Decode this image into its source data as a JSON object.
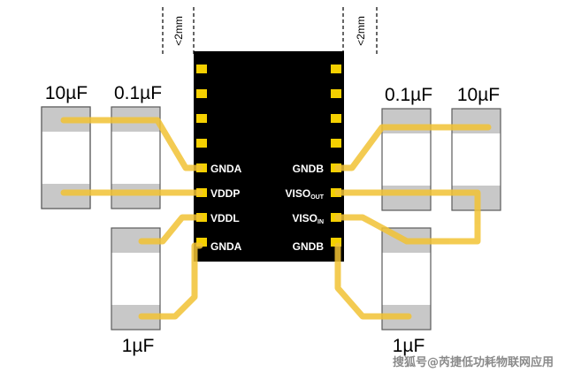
{
  "chip": {
    "left_pins": [
      "GNDA",
      "VDDP",
      "VDDL",
      "GNDA"
    ],
    "right_pins": [
      {
        "main": "GNDB",
        "sub": ""
      },
      {
        "main": "VISO",
        "sub": "OUT"
      },
      {
        "main": "VISO",
        "sub": "IN"
      },
      {
        "main": "GNDB",
        "sub": ""
      }
    ]
  },
  "capacitors": {
    "left_outer": "10µF",
    "left_inner": "0.1µF",
    "left_bottom": "1µF",
    "right_inner": "0.1µF",
    "right_outer": "10µF",
    "right_bottom": "1µF"
  },
  "clearance": {
    "left": "<2mm",
    "right": "<2mm"
  },
  "watermark": "搜狐号@芮捷低功耗物联网应用",
  "colors": {
    "trace": "#f2c335",
    "pad": "#c8c8c8",
    "chip": "#000000",
    "pin": "#f5d000"
  }
}
